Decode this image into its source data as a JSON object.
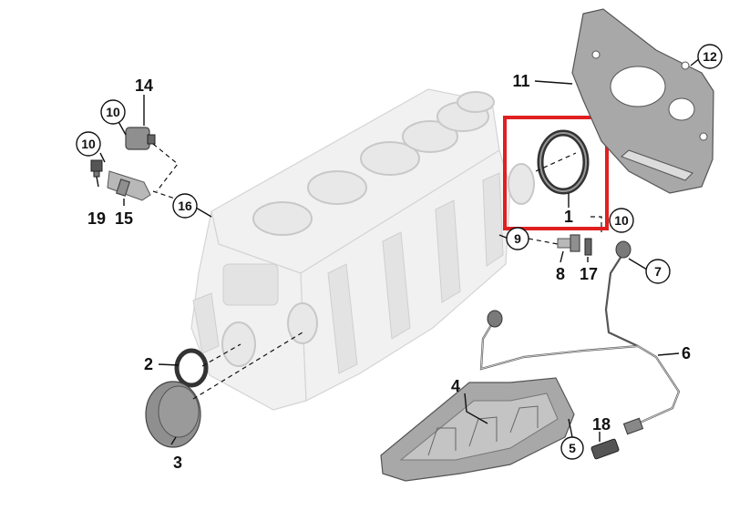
{
  "highlight_color": "#e02020",
  "callouts": {
    "c1": "1",
    "c2": "2",
    "c3": "3",
    "c4": "4",
    "c5": "5",
    "c6": "6",
    "c7": "7",
    "c8": "8",
    "c9": "9",
    "c10a": "10",
    "c10b": "10",
    "c10c": "10",
    "c11": "11",
    "c12": "12",
    "c14": "14",
    "c15": "15",
    "c16": "16",
    "c17": "17",
    "c18": "18",
    "c19": "19"
  }
}
